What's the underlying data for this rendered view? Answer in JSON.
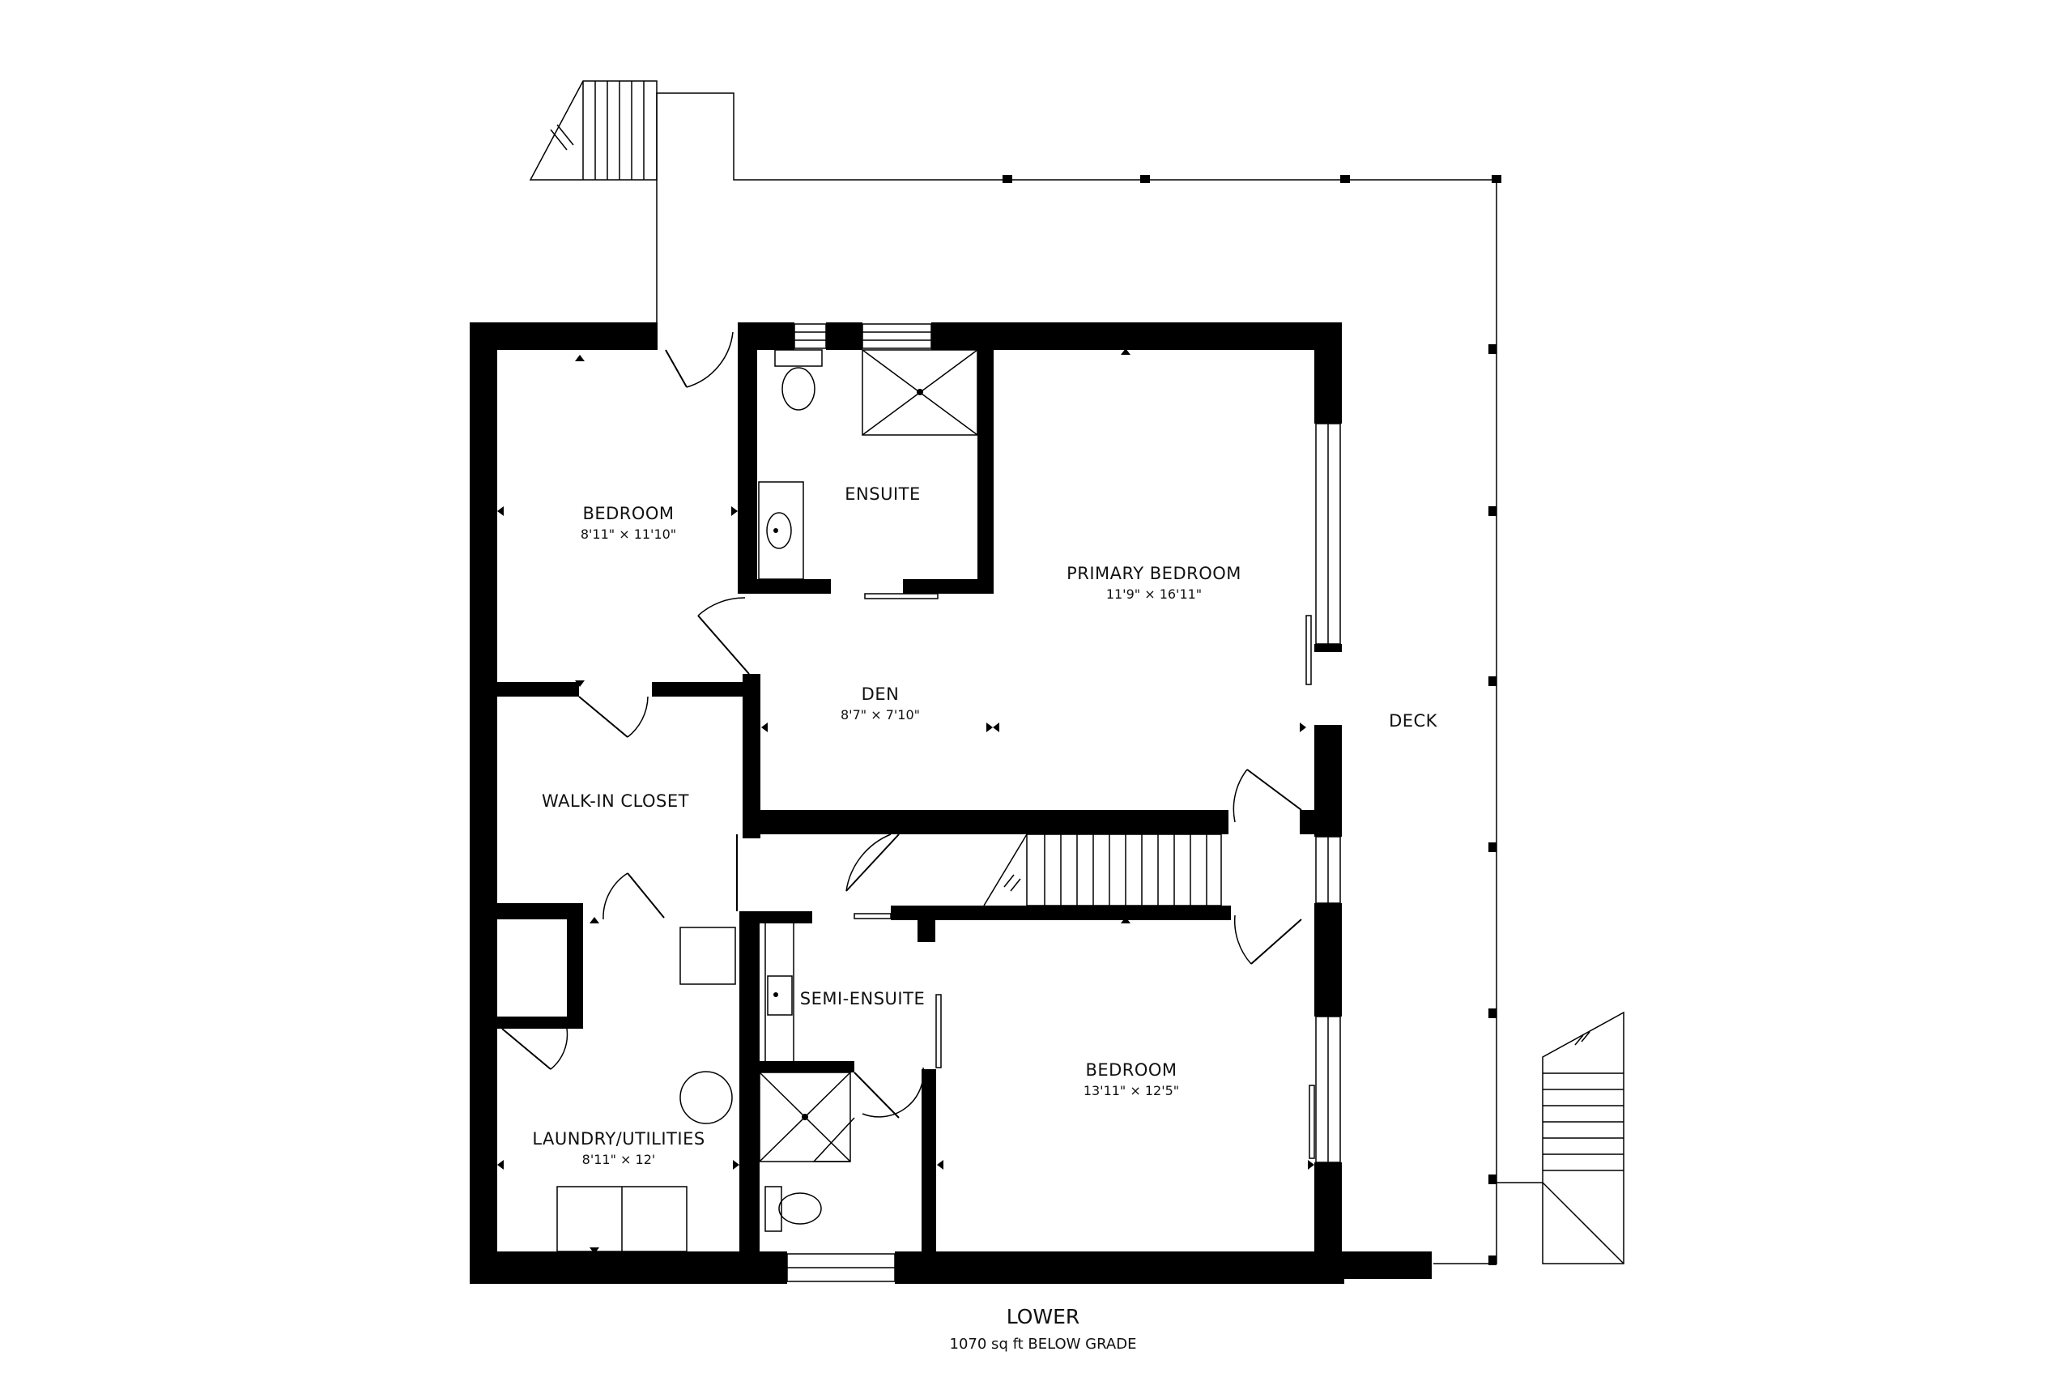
{
  "floor": {
    "name": "LOWER",
    "area": "1070 sq ft BELOW GRADE"
  },
  "rooms": {
    "bedroom_nw": {
      "name": "BEDROOM",
      "dims": "8'11\" × 11'10\""
    },
    "ensuite": {
      "name": "ENSUITE"
    },
    "primary_bedroom": {
      "name": "PRIMARY BEDROOM",
      "dims": "11'9\" × 16'11\""
    },
    "den": {
      "name": "DEN",
      "dims": "8'7\" × 7'10\""
    },
    "deck": {
      "name": "DECK"
    },
    "walk_in_closet": {
      "name": "WALK-IN CLOSET"
    },
    "semi_ensuite": {
      "name": "SEMI-ENSUITE"
    },
    "bedroom_se": {
      "name": "BEDROOM",
      "dims": "13'11\" × 12'5\""
    },
    "laundry": {
      "name": "LAUNDRY/UTILITIES",
      "dims": "8'11\" × 12'"
    }
  },
  "colors": {
    "wall": "#000000",
    "background": "#ffffff"
  }
}
